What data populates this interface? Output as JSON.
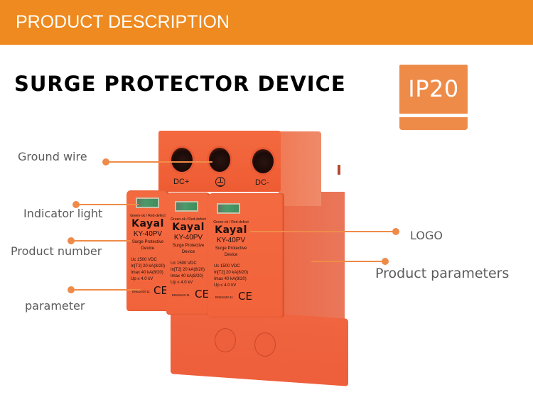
{
  "banner": {
    "title": "PRODUCT DESCRIPTION",
    "color": "#ee8a1f"
  },
  "heading": {
    "title": "SURGE PROTECTOR DEVICE"
  },
  "badge": {
    "text": "IP20",
    "color": "#ef8b49"
  },
  "callouts": {
    "ground_wire": "Ground wire",
    "indicator_light": "Indicator light",
    "product_number": "Product number",
    "parameter": "parameter",
    "logo": "LOGO",
    "product_parameters": "Product parameters"
  },
  "device": {
    "terminals": {
      "left": "DC+",
      "middle_icon": "ground-symbol",
      "right": "DC-"
    },
    "modules": [
      {
        "status": "Green-ok / Red-defect",
        "brand": "Kayal",
        "model": "KY-40PV",
        "desc_line1": "Surge Protective",
        "desc_line2": "Device",
        "spec_uc": "Uc      1500 VDC",
        "spec_in": "In[T2] 20 kA(8/20)",
        "spec_imax": "Imax 40 kA(8/20)",
        "spec_up": "Up      ≤ 4.0 kV",
        "standard": "EN61643-11",
        "mark": "CE"
      },
      {
        "status": "Green-ok / Red-defect",
        "brand": "Kayal",
        "model": "KY-40PV",
        "desc_line1": "Surge Protective",
        "desc_line2": "Device",
        "spec_uc": "Uc      1500 VDC",
        "spec_in": "In[T2] 20 kA(8/20)",
        "spec_imax": "Imax 40 kA(8/20)",
        "spec_up": "Up      ≤ 4.0 kV",
        "standard": "EN61643-11",
        "mark": "CE"
      },
      {
        "status": "Green-ok / Red-defect",
        "brand": "Kayal",
        "model": "KY-40PV",
        "desc_line1": "Surge Protective",
        "desc_line2": "Device",
        "spec_uc": "Uc      1500 VDC",
        "spec_in": "In[T2] 20 kA(8/20)",
        "spec_imax": "Imax 40 kA(8/20)",
        "spec_up": "Up      ≤ 4.0 kV",
        "standard": "EN61643-11",
        "mark": "CE"
      }
    ]
  }
}
